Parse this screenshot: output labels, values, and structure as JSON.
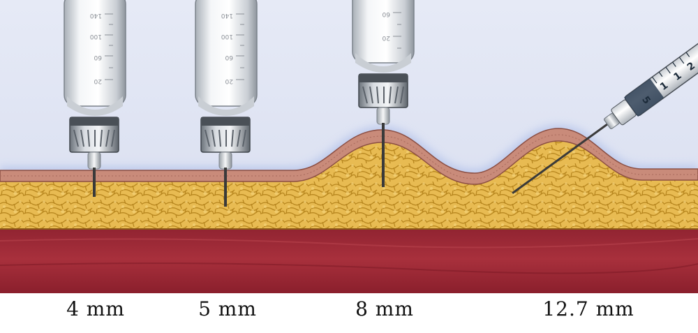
{
  "labels": {
    "needle_1": "4 mm",
    "needle_2": "5 mm",
    "needle_3": "8 mm",
    "needle_4": "12.7 mm"
  },
  "pen_scales": {
    "pen_1": [
      "140",
      "100",
      "60",
      "20"
    ],
    "pen_2": [
      "140",
      "100",
      "60",
      "20"
    ],
    "pen_3": [
      "60",
      "20"
    ]
  },
  "syringe_scale": [
    "5",
    "1",
    "1",
    "2"
  ],
  "colors": {
    "sky": "#dde3f3",
    "skin": "#c98b7a",
    "fat": "#e6b64a",
    "fat_cell_line": "#b88620",
    "muscle": "#9e2a36",
    "pen_body": "#e4e7ea",
    "needle": "#3a3a3a"
  }
}
